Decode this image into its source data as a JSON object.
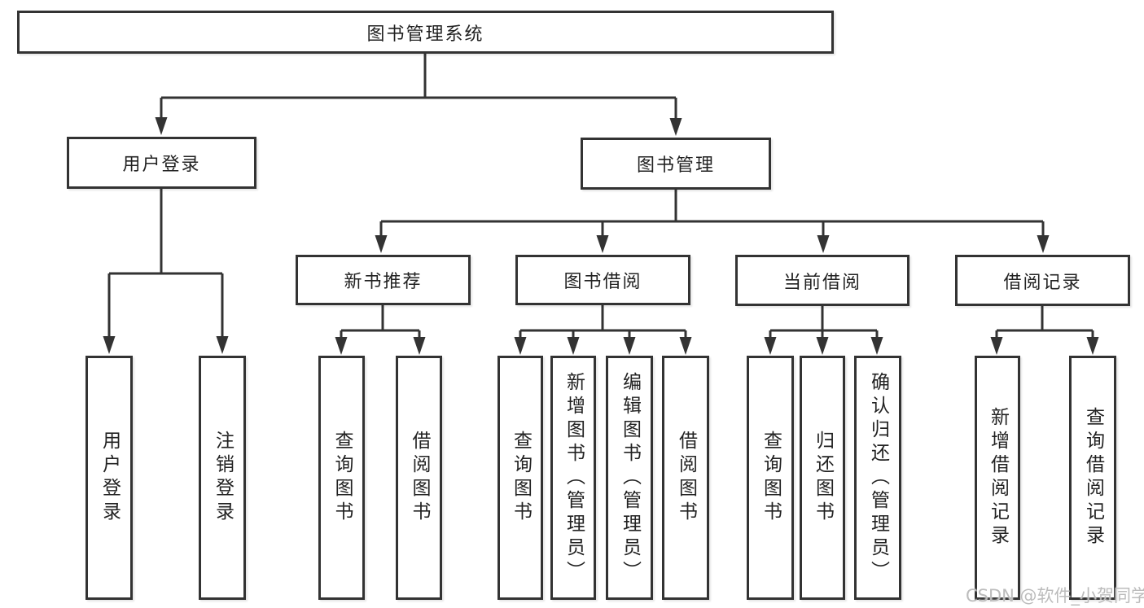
{
  "diagram": {
    "root": {
      "label": "图书管理系统"
    },
    "branches": [
      {
        "label": "用户登录",
        "children": [
          {
            "label": "用户登录"
          },
          {
            "label": "注销登录"
          }
        ]
      },
      {
        "label": "图书管理",
        "groups": [
          {
            "label": "新书推荐",
            "children": [
              {
                "label": "查询图书"
              },
              {
                "label": "借阅图书"
              }
            ]
          },
          {
            "label": "图书借阅",
            "children": [
              {
                "label": "查询图书"
              },
              {
                "label": "新增图书（管理员）"
              },
              {
                "label": "编辑图书（管理员）"
              },
              {
                "label": "借阅图书"
              }
            ]
          },
          {
            "label": "当前借阅",
            "children": [
              {
                "label": "查询图书"
              },
              {
                "label": "归还图书"
              },
              {
                "label": "确认归还（管理员）"
              }
            ]
          },
          {
            "label": "借阅记录",
            "children": [
              {
                "label": "新增借阅记录"
              },
              {
                "label": "查询借阅记录"
              }
            ]
          }
        ]
      }
    ]
  },
  "watermark": {
    "text": "CSDN @软件_小贺同学"
  },
  "colors": {
    "line": "#333333",
    "box_border": "#333333",
    "text": "#222222",
    "watermark": "#bcbcbc",
    "background": "#ffffff"
  }
}
